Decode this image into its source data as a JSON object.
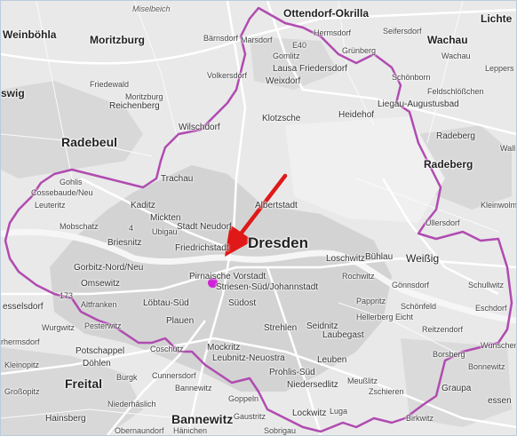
{
  "colors": {
    "land": "#e9e9e9",
    "urban": "#d3d3d3",
    "road": "#ffffff",
    "boundary": "#b04bb0",
    "river": "#f4f4f4",
    "arrow": "#e01818",
    "marker": "#d020d8"
  },
  "marker": {
    "icon": "location-dot-icon"
  },
  "arrow": {
    "icon": "red-arrow-icon"
  },
  "places": [
    {
      "name": "Meissen-top",
      "label": "Miselbeich",
      "size": "s5 it"
    },
    {
      "name": "ottendorf-okrilla",
      "label": "Ottendorf-Okrilla",
      "size": "s3 b"
    },
    {
      "name": "lichtenberg",
      "label": "Lichte",
      "size": "s3 b"
    },
    {
      "name": "weinboehla",
      "label": "Weinböhla",
      "size": "s3 b"
    },
    {
      "name": "moritzburg",
      "label": "Moritzburg",
      "size": "s3 b"
    },
    {
      "name": "barnsdorf",
      "label": "Bärnsdorf",
      "size": "s5"
    },
    {
      "name": "marsdorf",
      "label": "Marsdorf",
      "size": "s5"
    },
    {
      "name": "hermsdorf",
      "label": "Hermsdorf",
      "size": "s5"
    },
    {
      "name": "seifersdorf",
      "label": "Seifersdorf",
      "size": "s5"
    },
    {
      "name": "wachau",
      "label": "Wachau",
      "size": "s3 b"
    },
    {
      "name": "gruenberg",
      "label": "Grünberg",
      "size": "s5"
    },
    {
      "name": "wachau-small",
      "label": "Wachau",
      "size": "s5"
    },
    {
      "name": "goemlitz",
      "label": "Gomlitz",
      "size": "s5"
    },
    {
      "name": "leppersdorf",
      "label": "Leppers",
      "size": "s5"
    },
    {
      "name": "lausa",
      "label": "Lausa Friedersdorf",
      "size": "s4"
    },
    {
      "name": "volkersdorf",
      "label": "Volkersdorf",
      "size": "s5"
    },
    {
      "name": "weixdorf",
      "label": "Weixdorf",
      "size": "s4"
    },
    {
      "name": "schoenborn",
      "label": "Schönborn",
      "size": "s5"
    },
    {
      "name": "wig",
      "label": "swig",
      "size": "s3 b"
    },
    {
      "name": "friedewald",
      "label": "Friedewald",
      "size": "s5"
    },
    {
      "name": "feldschloesschen",
      "label": "Feldschlößchen",
      "size": "s5"
    },
    {
      "name": "moritzburg-small",
      "label": "Moritzburg",
      "size": "s5"
    },
    {
      "name": "reichenberg",
      "label": "Reichenberg",
      "size": "s4"
    },
    {
      "name": "liegau",
      "label": "Liegau-Augustusbad",
      "size": "s4"
    },
    {
      "name": "heidehof",
      "label": "Heidehof",
      "size": "s4"
    },
    {
      "name": "wilschdorf",
      "label": "Wilschdorf",
      "size": "s4"
    },
    {
      "name": "radebeul",
      "label": "Radebeul",
      "size": "s2"
    },
    {
      "name": "klotzsche",
      "label": "Klotzsche",
      "size": "s4"
    },
    {
      "name": "radeberg-small",
      "label": "Radeberg",
      "size": "s4"
    },
    {
      "name": "radeberg",
      "label": "Radeberg",
      "size": "s3 b"
    },
    {
      "name": "wall",
      "label": "Wall",
      "size": "s5"
    },
    {
      "name": "trachau",
      "label": "Trachau",
      "size": "s4"
    },
    {
      "name": "gohlis",
      "label": "Gohlis",
      "size": "s5"
    },
    {
      "name": "cossebaude",
      "label": "Cossebaude/Neu",
      "size": "s5"
    },
    {
      "name": "leuteritz",
      "label": "Leuteritz",
      "size": "s5"
    },
    {
      "name": "kaditz",
      "label": "Kaditz",
      "size": "s4"
    },
    {
      "name": "albertstadt",
      "label": "Albertstadt",
      "size": "s4"
    },
    {
      "name": "kleinwolms",
      "label": "Kleinwolms",
      "size": "s5"
    },
    {
      "name": "mickten",
      "label": "Mickten",
      "size": "s4"
    },
    {
      "name": "mobschatz",
      "label": "Mobschatz",
      "size": "s5"
    },
    {
      "name": "ubigau",
      "label": "Ubigau",
      "size": "s5"
    },
    {
      "name": "stadt-neudorf",
      "label": "Stadt Neudorf",
      "size": "s4"
    },
    {
      "name": "ullersdorf",
      "label": "Ullersdorf",
      "size": "s5"
    },
    {
      "name": "dresden",
      "label": "Dresden",
      "size": "s1"
    },
    {
      "name": "briesnitz",
      "label": "Briesnitz",
      "size": "s4"
    },
    {
      "name": "friedrichstadt",
      "label": "Friedrichstadt",
      "size": "s4"
    },
    {
      "name": "loschwitz",
      "label": "Loschwitz",
      "size": "s4"
    },
    {
      "name": "buehlau",
      "label": "Bühlau",
      "size": "s4"
    },
    {
      "name": "weissig",
      "label": "Weißig",
      "size": "s3"
    },
    {
      "name": "gorbitz",
      "label": "Gorbitz-Nord/Neu",
      "size": "s4"
    },
    {
      "name": "omsewitz",
      "label": "Omsewitz",
      "size": "s4"
    },
    {
      "name": "pirnaische",
      "label": "Pirnaische Vorstadt",
      "size": "s4"
    },
    {
      "name": "rochwitz",
      "label": "Rochwitz",
      "size": "s5"
    },
    {
      "name": "gonnsdorf",
      "label": "Gönnsdorf",
      "size": "s5"
    },
    {
      "name": "schullwitz",
      "label": "Schullwitz",
      "size": "s5"
    },
    {
      "name": "striesen",
      "label": "Striesen-Süd/Johannstadt",
      "size": "s4"
    },
    {
      "name": "altfranken",
      "label": "Altfranken",
      "size": "s5"
    },
    {
      "name": "loebtau",
      "label": "Löbtau-Süd",
      "size": "s4"
    },
    {
      "name": "suedost",
      "label": "Südost",
      "size": "s4"
    },
    {
      "name": "pappritz",
      "label": "Pappritz",
      "size": "s5"
    },
    {
      "name": "schoenfeld",
      "label": "Schönfeld",
      "size": "s5"
    },
    {
      "name": "eschdorf",
      "label": "Eschdorf",
      "size": "s5"
    },
    {
      "name": "kesselsdorf",
      "label": "esselsdorf",
      "size": "s4"
    },
    {
      "name": "hellerberg",
      "label": "Hellerberg Eicht",
      "size": "s5"
    },
    {
      "name": "plauen",
      "label": "Plauen",
      "size": "s4"
    },
    {
      "name": "wurgwitz",
      "label": "Wurgwitz",
      "size": "s5"
    },
    {
      "name": "pesterwitz",
      "label": "Pesterwitz",
      "size": "s5"
    },
    {
      "name": "strehlen",
      "label": "Strehlen",
      "size": "s4"
    },
    {
      "name": "seidnitz",
      "label": "Seidnitz",
      "size": "s4"
    },
    {
      "name": "laubegast",
      "label": "Laubegast",
      "size": "s4"
    },
    {
      "name": "reitzendorf",
      "label": "Reitzendorf",
      "size": "s5"
    },
    {
      "name": "hermsdorf-w",
      "label": "rhermsdorf",
      "size": "s5"
    },
    {
      "name": "potschappel",
      "label": "Potschappel",
      "size": "s4"
    },
    {
      "name": "coschutz",
      "label": "Coschütz",
      "size": "s5"
    },
    {
      "name": "mockritz",
      "label": "Mockritz",
      "size": "s4"
    },
    {
      "name": "wuenschendorf",
      "label": "Wünschend",
      "size": "s5"
    },
    {
      "name": "kleinopitz",
      "label": "Kleinopitz",
      "size": "s5"
    },
    {
      "name": "doehlen",
      "label": "Döhlen",
      "size": "s4"
    },
    {
      "name": "leubnitz",
      "label": "Leubnitz-Neuostra",
      "size": "s4"
    },
    {
      "name": "leuben",
      "label": "Leuben",
      "size": "s4"
    },
    {
      "name": "borsberg",
      "label": "Borsberg",
      "size": "s5"
    },
    {
      "name": "bonnewitz",
      "label": "Bonnewitz",
      "size": "s5"
    },
    {
      "name": "freital",
      "label": "Freital",
      "size": "s2"
    },
    {
      "name": "burgk",
      "label": "Burgk",
      "size": "s5"
    },
    {
      "name": "cunnersdorf",
      "label": "Cunnersdorf",
      "size": "s5"
    },
    {
      "name": "prohlis",
      "label": "Prohlis-Süd",
      "size": "s4"
    },
    {
      "name": "niedersedlitz",
      "label": "Niedersedlitz",
      "size": "s4"
    },
    {
      "name": "meussl",
      "label": "Meußlitz",
      "size": "s5"
    },
    {
      "name": "zschieren",
      "label": "Zschieren",
      "size": "s5"
    },
    {
      "name": "grosspitz",
      "label": "Großopitz",
      "size": "s5"
    },
    {
      "name": "niederhaeslich",
      "label": "Niederhäslich",
      "size": "s5"
    },
    {
      "name": "bannewitz-small",
      "label": "Bannewitz",
      "size": "s5"
    },
    {
      "name": "graupa",
      "label": "Graupa",
      "size": "s4"
    },
    {
      "name": "essen",
      "label": "essen",
      "size": "s4"
    },
    {
      "name": "goppeln",
      "label": "Goppeln",
      "size": "s5"
    },
    {
      "name": "hainsberg",
      "label": "Hainsberg",
      "size": "s4"
    },
    {
      "name": "bannewitz",
      "label": "Bannewitz",
      "size": "s2"
    },
    {
      "name": "gaustritz",
      "label": "Gaustritz",
      "size": "s5"
    },
    {
      "name": "lockwitz",
      "label": "Lockwitz",
      "size": "s4"
    },
    {
      "name": "luga",
      "label": "Luga",
      "size": "s5"
    },
    {
      "name": "birkwitz",
      "label": "Birkwitz",
      "size": "s5"
    },
    {
      "name": "obernaundorf",
      "label": "Obernaundorf",
      "size": "s5"
    },
    {
      "name": "haenichen",
      "label": "Hänichen",
      "size": "s5"
    },
    {
      "name": "sobrigau",
      "label": "Sobrigau",
      "size": "s5"
    },
    {
      "name": "highway-e40",
      "label": "E40",
      "size": "s5"
    },
    {
      "name": "highway-4",
      "label": "4",
      "size": "s5"
    },
    {
      "name": "highway-173",
      "label": "173",
      "size": "s5"
    }
  ]
}
